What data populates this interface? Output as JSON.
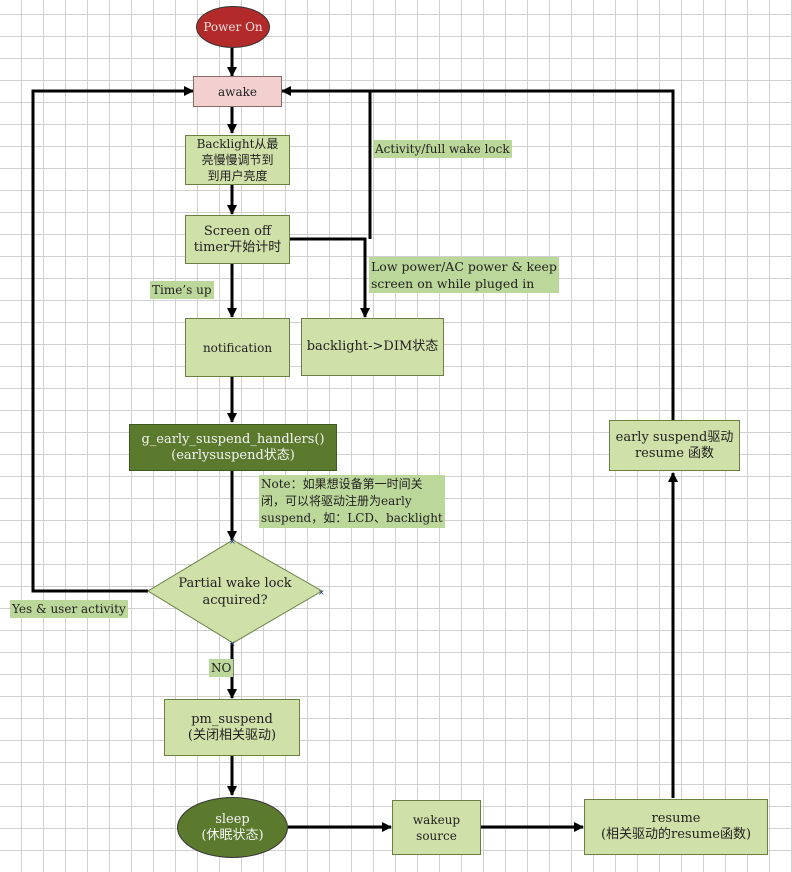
{
  "nodes": {
    "power_on": "Power On",
    "awake": "awake",
    "backlight": "Backlight从最\n亮慢慢调节到\n到用户亮度",
    "screen_off": "Screen off\ntimer开始计时",
    "notification": "notification",
    "backlight_dim": "backlight->DIM状态",
    "early_suspend_handlers": "g_early_suspend_handlers()\n(earlysuspend状态)",
    "partial_wake_lock": "Partial wake lock\nacquired?",
    "pm_suspend": "pm_suspend\n(关闭相关驱动)",
    "sleep": "sleep\n(休眠状态)",
    "wakeup_source": "wakeup\nsource",
    "resume": "resume\n(相关驱动的resume函数)",
    "early_suspend_resume": "early suspend驱动\nresume 函数"
  },
  "labels": {
    "activity_wake_lock": "Activity/full wake lock",
    "low_power": "Low power/AC power & keep\nscreen on while pluged in",
    "times_up": "Time’s up",
    "note": "Note：如果想设备第一时间关\n闭，可以将驱动注册为early\nsuspend，如：LCD、backlight",
    "yes_user_activity": "Yes & user activity",
    "no": "NO"
  },
  "colors": {
    "box_fill": "#cfe0a8",
    "label_fill": "#bcd79a",
    "awake_fill": "#f2d0d0",
    "dark_fill": "#5c7a2e",
    "power_on_fill": "#b22a2a",
    "line": "#000000"
  }
}
